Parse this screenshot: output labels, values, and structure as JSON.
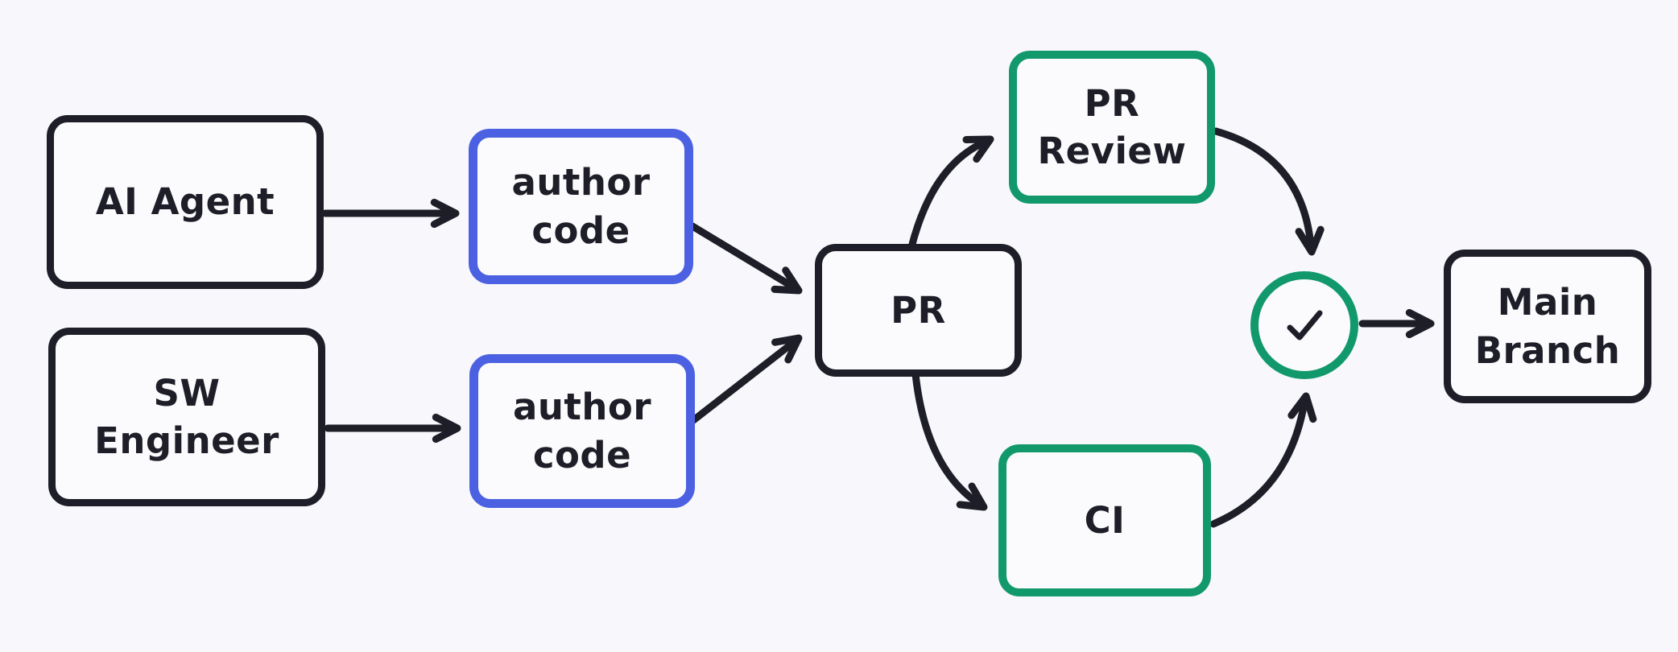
{
  "diagram": {
    "description": "Hand-drawn style flowchart of a pull-request workflow where an AI agent and a software engineer author code that goes through PR review and CI before merging to the main branch",
    "colors": {
      "background": "#f8f8fc",
      "ink": "#1e1e28",
      "blue": "#4b61e2",
      "green": "#12996b",
      "node_fill": "#fbfbfd"
    },
    "nodes": [
      {
        "id": "ai-agent",
        "lines": [
          "AI Agent"
        ],
        "color_role": "dark"
      },
      {
        "id": "author-code-top",
        "lines": [
          "author",
          "code"
        ],
        "color_role": "blue"
      },
      {
        "id": "sw-engineer",
        "lines": [
          "SW",
          "Engineer"
        ],
        "color_role": "dark"
      },
      {
        "id": "author-code-bottom",
        "lines": [
          "author",
          "code"
        ],
        "color_role": "blue"
      },
      {
        "id": "pr",
        "lines": [
          "PR"
        ],
        "color_role": "dark"
      },
      {
        "id": "pr-review",
        "lines": [
          "PR",
          "Review"
        ],
        "color_role": "green"
      },
      {
        "id": "ci",
        "lines": [
          "CI"
        ],
        "color_role": "green"
      },
      {
        "id": "approval-check",
        "lines": [],
        "icon": "check",
        "check_glyph": "✓",
        "color_role": "green"
      },
      {
        "id": "main-branch",
        "lines": [
          "Main",
          "Branch"
        ],
        "color_role": "dark"
      }
    ],
    "edges": [
      {
        "id": "ai-agent-to-author-code-top",
        "from": "ai-agent",
        "to": "author-code-top"
      },
      {
        "id": "sw-engineer-to-author-code-bottom",
        "from": "sw-engineer",
        "to": "author-code-bottom"
      },
      {
        "id": "author-code-top-to-pr",
        "from": "author-code-top",
        "to": "pr"
      },
      {
        "id": "author-code-bottom-to-pr",
        "from": "author-code-bottom",
        "to": "pr"
      },
      {
        "id": "pr-to-pr-review",
        "from": "pr",
        "to": "pr-review"
      },
      {
        "id": "pr-to-ci",
        "from": "pr",
        "to": "ci"
      },
      {
        "id": "pr-review-to-approval-check",
        "from": "pr-review",
        "to": "approval-check"
      },
      {
        "id": "ci-to-approval-check",
        "from": "ci",
        "to": "approval-check"
      },
      {
        "id": "approval-check-to-main-branch",
        "from": "approval-check",
        "to": "main-branch"
      }
    ]
  }
}
